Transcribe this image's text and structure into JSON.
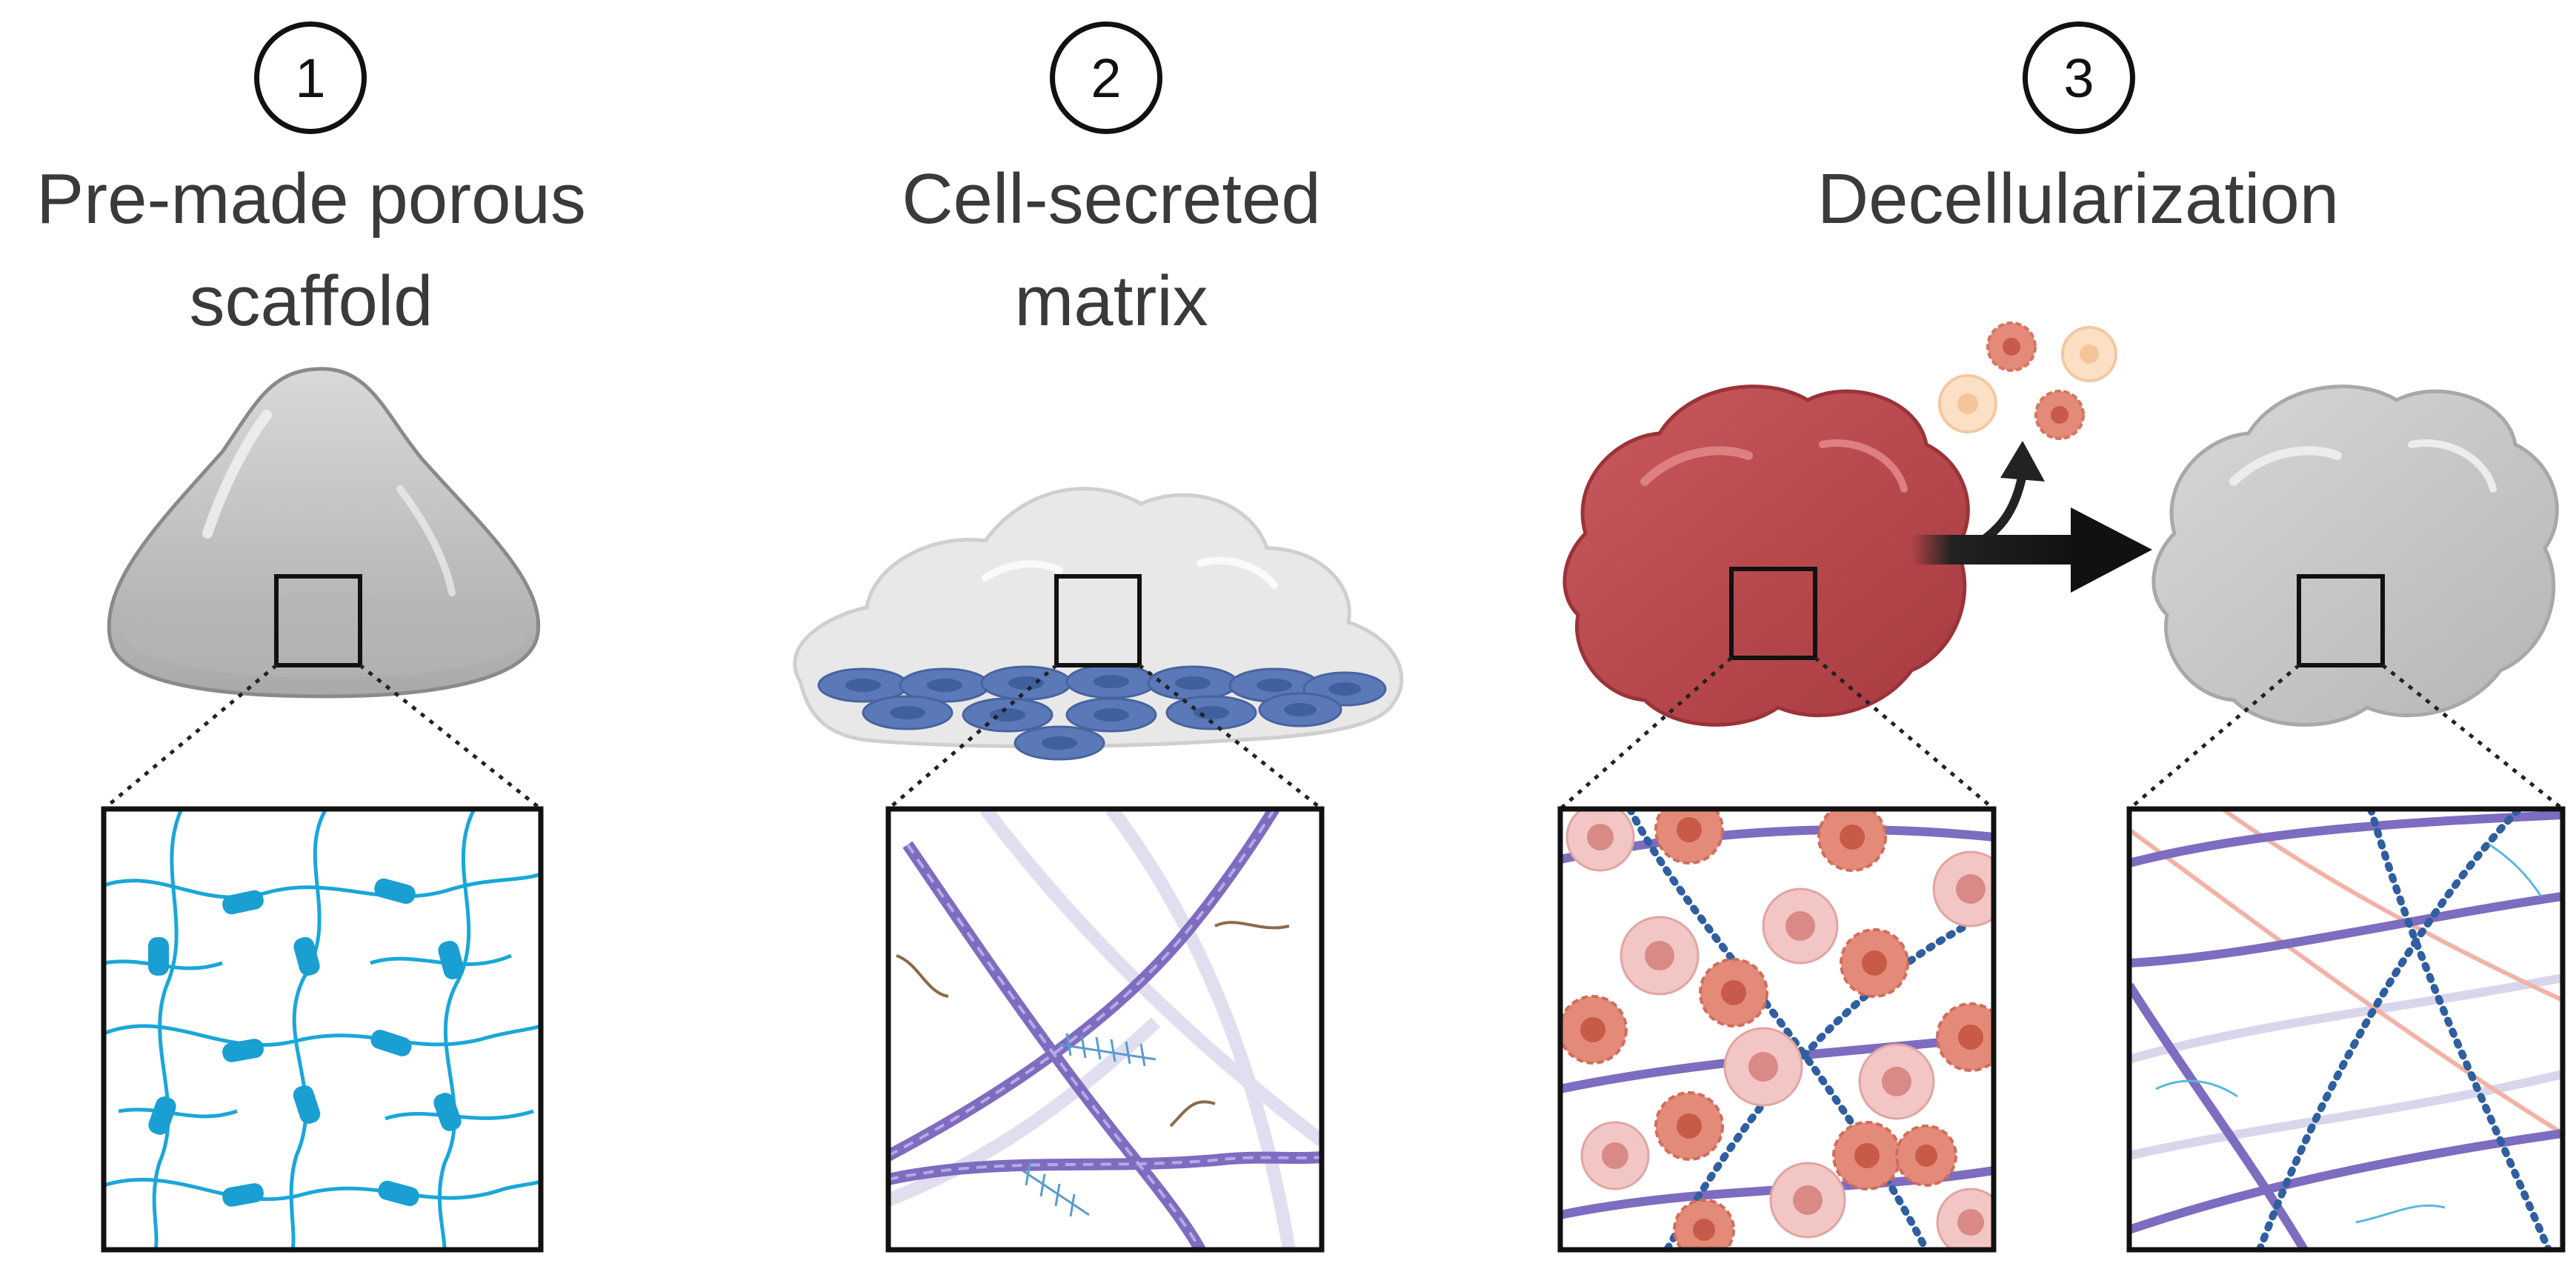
{
  "steps": [
    {
      "number": "1",
      "title_line1": "Pre-made porous",
      "title_line2": "scaffold"
    },
    {
      "number": "2",
      "title_line1": "Cell-secreted",
      "title_line2": "matrix"
    },
    {
      "number": "3",
      "title_line1": "Decellularization",
      "title_line2": ""
    }
  ],
  "colors": {
    "scaffold_fiber": "#1aa7d8",
    "collagen": "#7d6cbf",
    "cell_blue": "#5b79b8",
    "tissue_red": "#b8464b",
    "tissue_grey": "#c9c9c9",
    "cell_salmon": "#e48a78",
    "cell_pink": "#f1c6c4"
  }
}
